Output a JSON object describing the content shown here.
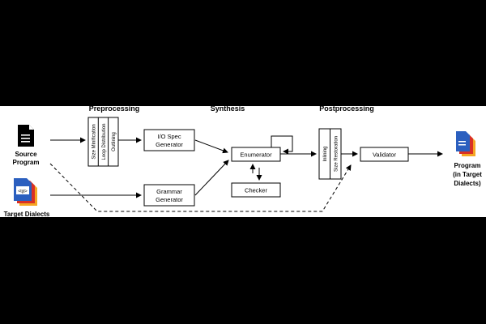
{
  "headers": {
    "preprocessing": "Preprocessing",
    "synthesis": "Synthesis",
    "postprocessing": "Postprocessing"
  },
  "inputs": {
    "source_program_line1": "Source",
    "source_program_line2": "Program",
    "target_dialects": "Target Dialects",
    "tgt_tag": "<tgt>"
  },
  "preprocessing_steps": [
    "Size Minification",
    "Loop Distribution",
    "Outlining"
  ],
  "synthesis": {
    "io_spec_line1": "I/O Spec",
    "io_spec_line2": "Generator",
    "grammar_line1": "Grammar",
    "grammar_line2": "Generator",
    "enumerator": "Enumerator",
    "checker": "Checker"
  },
  "postprocessing_steps": [
    "Inlining",
    "Size Restoration"
  ],
  "validator": "Validator",
  "output": {
    "line1": "Program",
    "line2": "(in Target",
    "line3": "Dialects)"
  },
  "colors": {
    "icon_blue": "#2b5fbf",
    "icon_red": "#d93025",
    "icon_orange": "#f5a623",
    "background": "#000000",
    "canvas": "#ffffff"
  }
}
